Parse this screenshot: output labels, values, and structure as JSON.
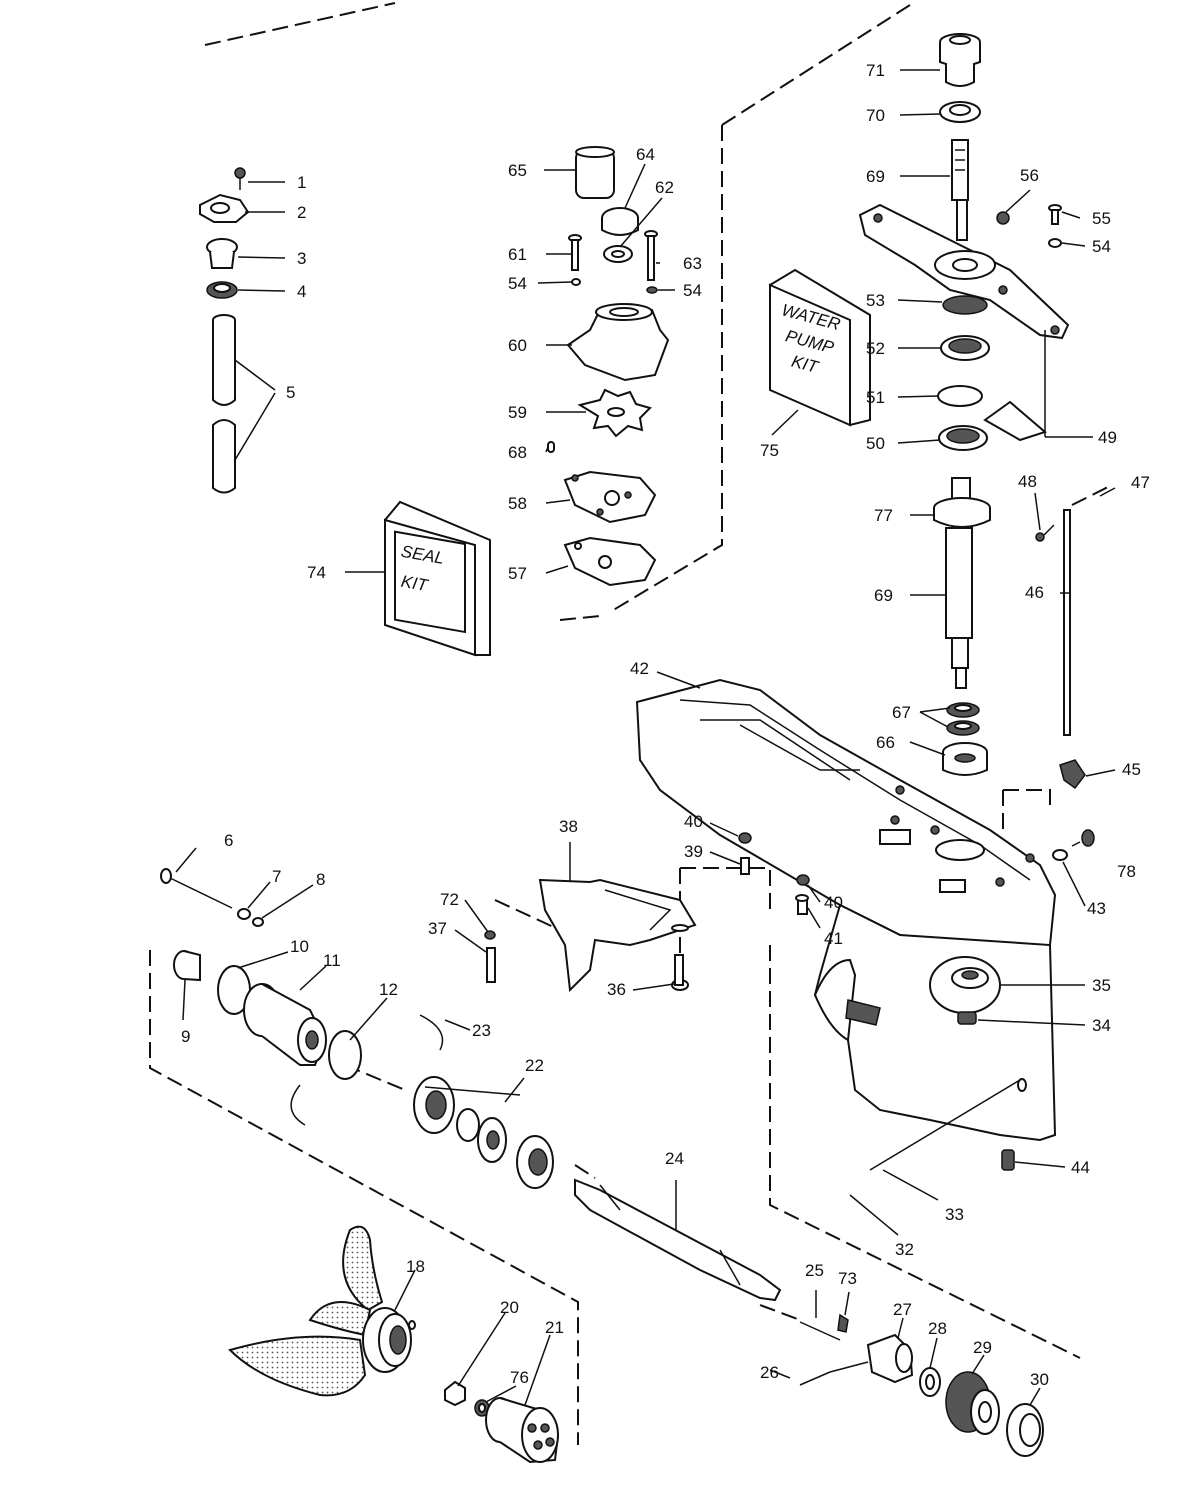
{
  "kits": {
    "seal_kit": [
      "SEAL",
      "KIT"
    ],
    "water_pump_kit": [
      "WATER",
      "PUMP",
      "KIT"
    ]
  },
  "callouts": [
    {
      "n": "1"
    },
    {
      "n": "2"
    },
    {
      "n": "3"
    },
    {
      "n": "4"
    },
    {
      "n": "5"
    },
    {
      "n": "6"
    },
    {
      "n": "7"
    },
    {
      "n": "8"
    },
    {
      "n": "9"
    },
    {
      "n": "10"
    },
    {
      "n": "11"
    },
    {
      "n": "12"
    },
    {
      "n": "18"
    },
    {
      "n": "20"
    },
    {
      "n": "21"
    },
    {
      "n": "22"
    },
    {
      "n": "23"
    },
    {
      "n": "24"
    },
    {
      "n": "25"
    },
    {
      "n": "26"
    },
    {
      "n": "27"
    },
    {
      "n": "28"
    },
    {
      "n": "29"
    },
    {
      "n": "30"
    },
    {
      "n": "32"
    },
    {
      "n": "33"
    },
    {
      "n": "34"
    },
    {
      "n": "35"
    },
    {
      "n": "36"
    },
    {
      "n": "37"
    },
    {
      "n": "38"
    },
    {
      "n": "39"
    },
    {
      "n": "40"
    },
    {
      "n": "40"
    },
    {
      "n": "41"
    },
    {
      "n": "42"
    },
    {
      "n": "43"
    },
    {
      "n": "44"
    },
    {
      "n": "45"
    },
    {
      "n": "46"
    },
    {
      "n": "47"
    },
    {
      "n": "48"
    },
    {
      "n": "49"
    },
    {
      "n": "50"
    },
    {
      "n": "51"
    },
    {
      "n": "52"
    },
    {
      "n": "53"
    },
    {
      "n": "54"
    },
    {
      "n": "54"
    },
    {
      "n": "54"
    },
    {
      "n": "55"
    },
    {
      "n": "56"
    },
    {
      "n": "57"
    },
    {
      "n": "58"
    },
    {
      "n": "59"
    },
    {
      "n": "60"
    },
    {
      "n": "61"
    },
    {
      "n": "62"
    },
    {
      "n": "63"
    },
    {
      "n": "64"
    },
    {
      "n": "65"
    },
    {
      "n": "66"
    },
    {
      "n": "67"
    },
    {
      "n": "68"
    },
    {
      "n": "69"
    },
    {
      "n": "69"
    },
    {
      "n": "70"
    },
    {
      "n": "71"
    },
    {
      "n": "72"
    },
    {
      "n": "73"
    },
    {
      "n": "74"
    },
    {
      "n": "75"
    },
    {
      "n": "76"
    },
    {
      "n": "77"
    },
    {
      "n": "78"
    }
  ]
}
